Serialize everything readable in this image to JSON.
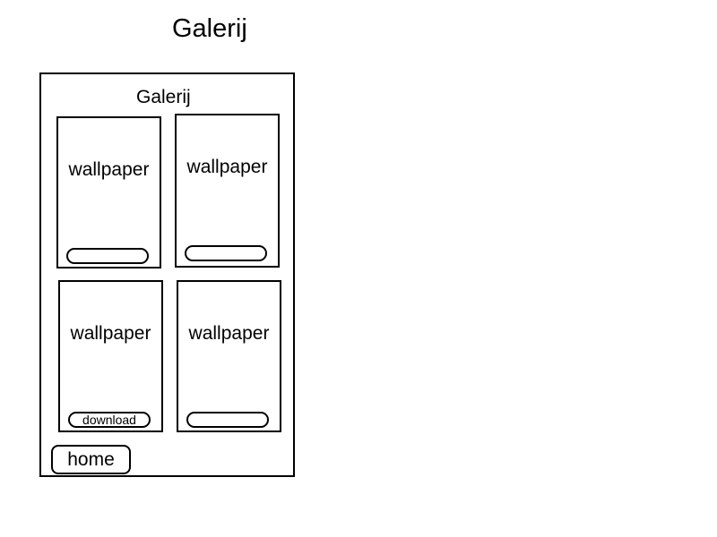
{
  "page": {
    "title": "Galerij"
  },
  "screen": {
    "title": "Galerij",
    "cards": [
      {
        "label": "wallpaper",
        "button_label": ""
      },
      {
        "label": "wallpaper",
        "button_label": ""
      },
      {
        "label": "wallpaper",
        "button_label": "download"
      },
      {
        "label": "wallpaper",
        "button_label": ""
      }
    ],
    "home_label": "home"
  }
}
